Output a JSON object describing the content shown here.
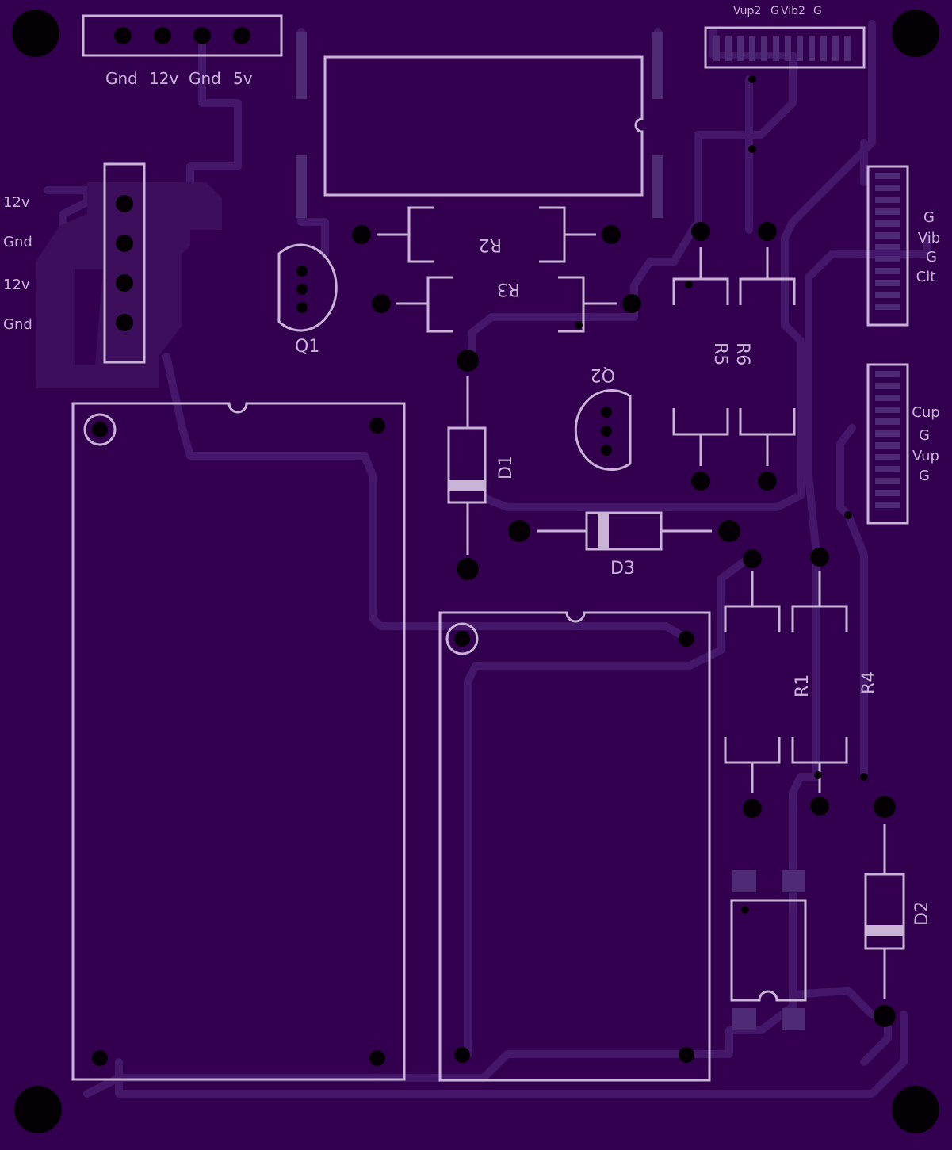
{
  "colors": {
    "board": "#33004f",
    "trace": "#4a1a6e",
    "silkscreen": "#c9b4d8",
    "hole": "#050005"
  },
  "labels": {
    "power_header_top": [
      "Gnd",
      "12v",
      "Gnd",
      "5v"
    ],
    "power_header_left": [
      "12v",
      "Gnd",
      "12v",
      "Gnd"
    ],
    "top_right_header": [
      "Vup2",
      "G",
      "Vib2",
      "G"
    ],
    "right_header_upper": [
      "G",
      "Vib",
      "G",
      "Clt"
    ],
    "right_header_lower": [
      "Cup",
      "G",
      "Vup",
      "G"
    ]
  },
  "refdes": {
    "q1": "Q1",
    "q2": "Q2",
    "r1": "R1",
    "r2": "R2",
    "r3": "R3",
    "r4": "R4",
    "r5": "R5",
    "r6": "R6",
    "d1": "D1",
    "d2": "D2",
    "d3": "D3"
  }
}
